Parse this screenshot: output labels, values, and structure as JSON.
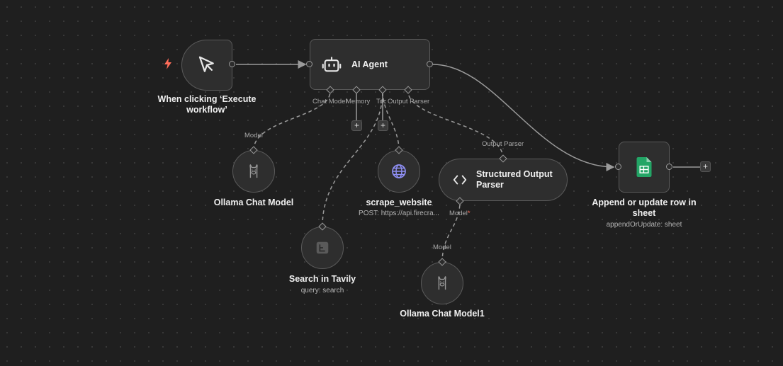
{
  "nodes": {
    "trigger": {
      "title": "When clicking ‘Execute workflow’"
    },
    "agent": {
      "title": "AI Agent",
      "ports": {
        "chat_model": "Chat Model",
        "memory": "Memory",
        "tool": "Tool",
        "output_parser": "Output Parser"
      }
    },
    "ollama": {
      "title": "Ollama Chat Model",
      "port_label": "Model"
    },
    "tavily": {
      "title": "Search in Tavily",
      "subtitle": "query: search"
    },
    "scrape": {
      "title": "scrape_website",
      "subtitle": "POST: https://api.firecra..."
    },
    "parser": {
      "title": "Structured Output Parser",
      "port_label": "Output Parser",
      "model_port_label": "Model",
      "required_mark": "*"
    },
    "ollama1": {
      "title": "Ollama Chat Model1",
      "port_label": "Model"
    },
    "sheets": {
      "title": "Append or update row in sheet",
      "subtitle": "appendOrUpdate: sheet"
    }
  },
  "controls": {
    "add_symbol": "+"
  },
  "colors": {
    "trigger_bolt": "#ff6d5a",
    "sheets_green": "#23a566",
    "globe_blue": "#8f8ff5",
    "wire": "#9a9a9a"
  },
  "icons": {
    "trigger": "cursor-icon",
    "agent": "robot-icon",
    "ollama": "llama-icon",
    "tavily": "tavily-icon",
    "scrape": "globe-icon",
    "parser": "code-brackets-icon",
    "sheets": "google-sheets-icon"
  }
}
